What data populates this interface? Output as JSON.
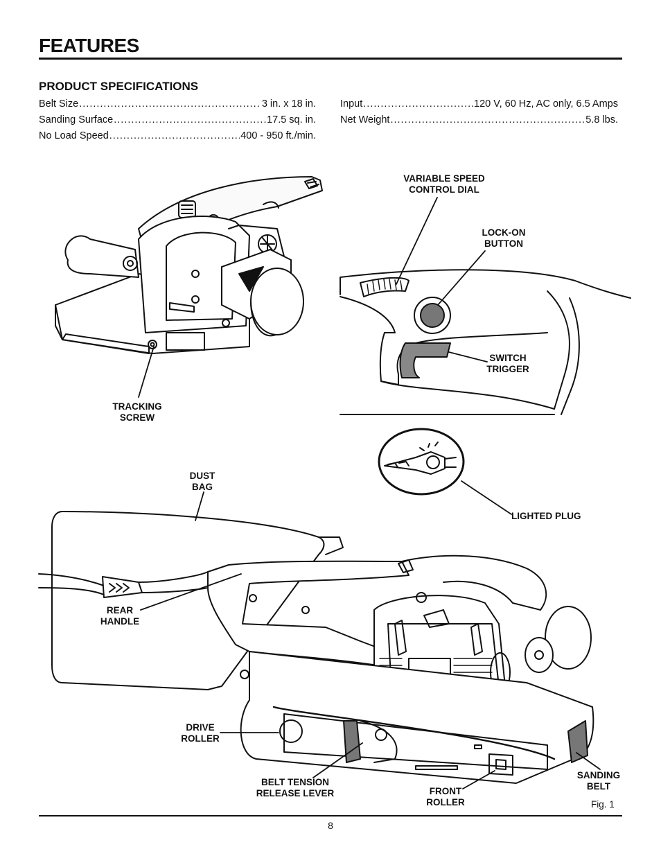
{
  "page": {
    "title": "FEATURES",
    "page_number": "8",
    "figure_label": "Fig. 1"
  },
  "specs": {
    "heading": "PRODUCT SPECIFICATIONS",
    "left": [
      {
        "label": "Belt Size",
        "value": "3 in. x 18 in."
      },
      {
        "label": "Sanding Surface",
        "value": "17.5 sq. in."
      },
      {
        "label": "No Load Speed",
        "value": "400 - 950 ft./min."
      }
    ],
    "right": [
      {
        "label": "Input",
        "value": "120 V, 60 Hz, AC only, 6.5 Amps"
      },
      {
        "label": "Net Weight",
        "value": "5.8 lbs."
      }
    ]
  },
  "callouts": {
    "variable_speed": "VARIABLE SPEED\nCONTROL DIAL",
    "lock_on": "LOCK-ON\nBUTTON",
    "switch_trigger": "SWITCH\nTRIGGER",
    "tracking_screw": "TRACKING\nSCREW",
    "lighted_plug": "LIGHTED PLUG",
    "dust_bag": "DUST\nBAG",
    "rear_handle": "REAR\nHANDLE",
    "drive_roller": "DRIVE\nROLLER",
    "belt_tension": "BELT TENSION\nRELEASE LEVER",
    "front_roller": "FRONT\nROLLER",
    "sanding_belt": "SANDING\nBELT"
  }
}
